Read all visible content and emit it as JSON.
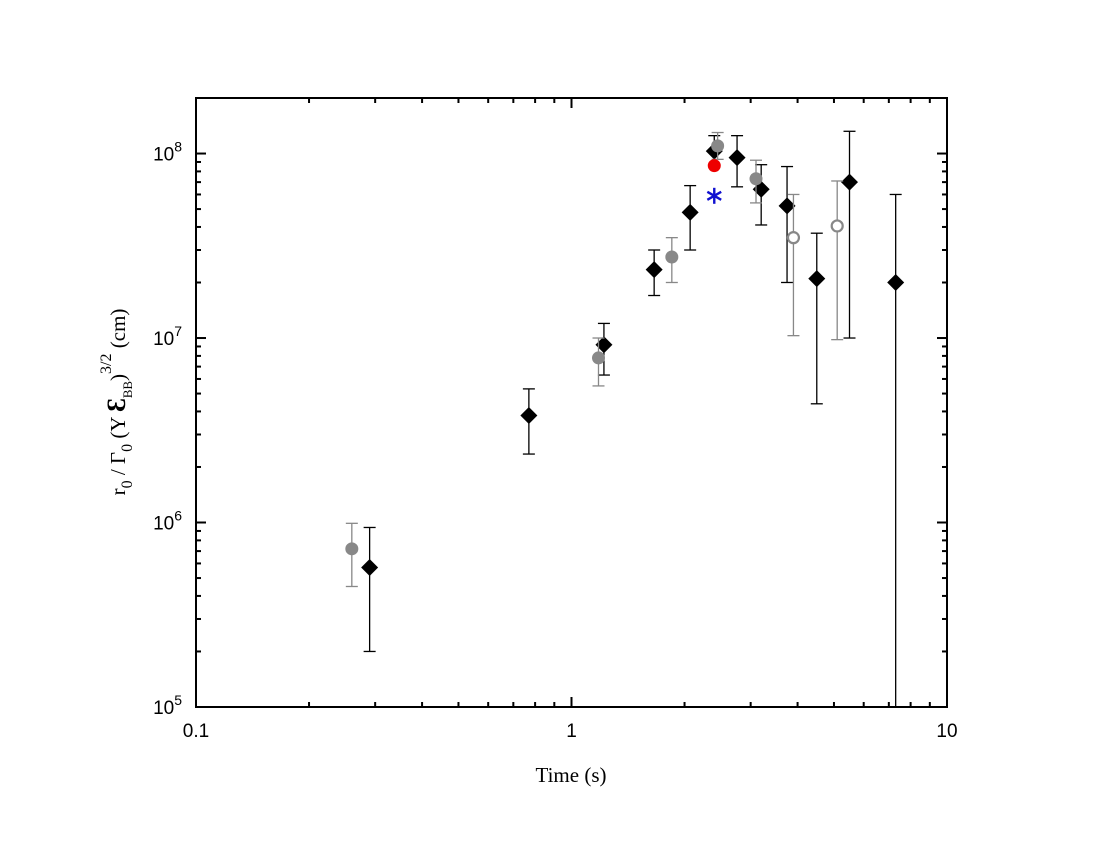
{
  "chart_data": {
    "type": "scatter",
    "xlabel": "Time (s)",
    "ylabel": {
      "parts": [
        "r",
        "0",
        " / Γ",
        "0",
        " (Y ",
        "Ɛ",
        "BB",
        ")",
        "3/2",
        " (cm)"
      ]
    },
    "x_scale": "log",
    "y_scale": "log",
    "xlim": [
      0.1,
      10
    ],
    "ylim": [
      100000,
      200000000
    ],
    "x_ticks": [
      {
        "value": 0.1,
        "label": "0.1"
      },
      {
        "value": 1,
        "label": "1"
      },
      {
        "value": 10,
        "label": "10"
      }
    ],
    "y_ticks": [
      {
        "value": 100000,
        "base": "10",
        "exp": "5"
      },
      {
        "value": 1000000,
        "base": "10",
        "exp": "6"
      },
      {
        "value": 10000000,
        "base": "10",
        "exp": "7"
      },
      {
        "value": 100000000,
        "base": "10",
        "exp": "8"
      }
    ],
    "grid": false,
    "series": [
      {
        "marker": "diamond",
        "color": "#000000",
        "errorbar_color": "#000000",
        "points": [
          {
            "x": 0.29,
            "y": 570000,
            "ylo": 200000,
            "yhi": 940000
          },
          {
            "x": 0.77,
            "y": 3800000,
            "ylo": 2350000,
            "yhi": 5300000
          },
          {
            "x": 1.22,
            "y": 9200000,
            "ylo": 6300000,
            "yhi": 12000000
          },
          {
            "x": 1.66,
            "y": 23500000,
            "ylo": 17000000,
            "yhi": 30000000
          },
          {
            "x": 2.07,
            "y": 48000000,
            "ylo": 30000000,
            "yhi": 67000000
          },
          {
            "x": 2.4,
            "y": 103000000,
            "ylo": 87000000,
            "yhi": 125000000
          },
          {
            "x": 2.76,
            "y": 95000000,
            "ylo": 66000000,
            "yhi": 125000000
          },
          {
            "x": 3.2,
            "y": 64000000,
            "ylo": 41000000,
            "yhi": 87000000
          },
          {
            "x": 3.75,
            "y": 52000000,
            "ylo": 20000000,
            "yhi": 85000000
          },
          {
            "x": 4.5,
            "y": 21000000,
            "ylo": 4400000,
            "yhi": 37000000
          },
          {
            "x": 5.5,
            "y": 70000000,
            "ylo": 10000000,
            "yhi": 132000000
          },
          {
            "x": 7.3,
            "y": 20000000,
            "ylo": 100000,
            "yhi": 60000000
          }
        ]
      },
      {
        "marker": "circle",
        "color": "#888888",
        "errorbar_color": "#888888",
        "points": [
          {
            "x": 0.26,
            "y": 720000,
            "ylo": 450000,
            "yhi": 990000
          },
          {
            "x": 1.18,
            "y": 7800000,
            "ylo": 5500000,
            "yhi": 10000000
          },
          {
            "x": 1.85,
            "y": 27500000,
            "ylo": 20000000,
            "yhi": 35000000
          },
          {
            "x": 2.45,
            "y": 110000000,
            "ylo": 93000000,
            "yhi": 130000000
          },
          {
            "x": 3.1,
            "y": 73000000,
            "ylo": 54000000,
            "yhi": 92000000
          }
        ]
      },
      {
        "marker": "open-circle",
        "color": "#888888",
        "errorbar_color": "#888888",
        "points": [
          {
            "x": 3.9,
            "y": 35000000,
            "ylo": 10300000,
            "yhi": 60000000
          },
          {
            "x": 5.1,
            "y": 40500000,
            "ylo": 9800000,
            "yhi": 71000000
          }
        ]
      },
      {
        "marker": "circle",
        "color": "#ee0000",
        "points": [
          {
            "x": 2.4,
            "y": 86000000
          }
        ]
      },
      {
        "marker": "asterisk",
        "color": "#1010d0",
        "points": [
          {
            "x": 2.4,
            "y": 59000000
          }
        ]
      }
    ]
  }
}
